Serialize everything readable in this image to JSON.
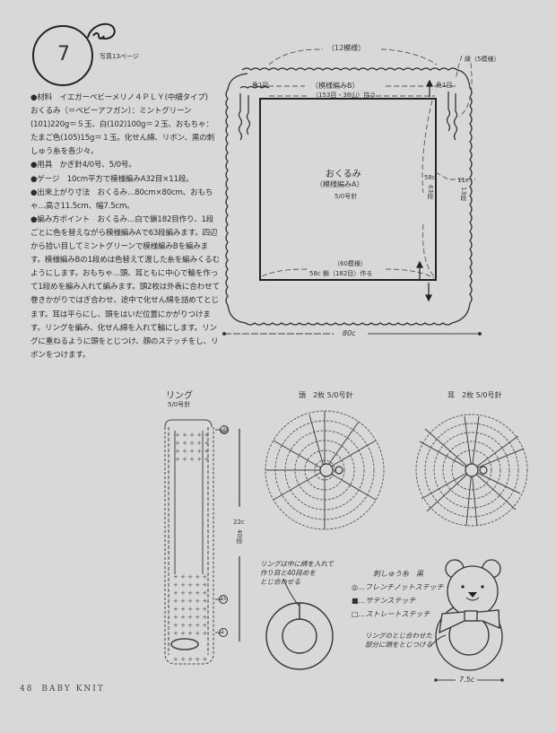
{
  "header": {
    "pattern_number": "7",
    "photo_reference": "写真13ページ"
  },
  "instructions": {
    "materials": "●材料　イエガーベビーメリノ４ＰＬＹ(中細タイプ)　おくるみ（＝ベビーアフガン）：ミントグリーン(101)220g＝５玉、白(102)100g＝２玉、おもちゃ：たまご色(105)15g＝１玉。化せん綿、リボン、黒の刺しゅう糸を各少々。",
    "tools": "●用具　かぎ針4/0号、5/0号。",
    "gauge": "●ゲージ　10cm平方で模様編みA32目×11段。",
    "finished_size": "●出来上がり寸法　おくるみ…80cm×80cm、おもちゃ…高さ11.5cm、幅7.5cm。",
    "knitting_points": "●編み方ポイント　おくるみ…白で鎖182目作り、1段ごとに色を替えながら模様編みAで63段編みます。四辺から拾い目してミントグリーンで模様編みBを編みます。模様編みBの1段めは色替えて渡した糸を編みくるむようにします。おもちゃ…頭、耳ともに中心で輪を作って1段めを編み入れて編みます。頭2枚は外表に合わせて巻きかがりではぎ合わせ、途中で化せん綿を詰めてとじます。耳は平らにし、頭をはいだ位置にかがりつけます。リングを編み、化せん綿を入れて輪にします。リングに重ねるように頭をとじつけ、顔のステッチをし、リボンをつけます。"
  },
  "blanket_diagram": {
    "top_pattern_count": "（12模様）",
    "border_label": "（模様編みB）",
    "corner_left": "角1目",
    "corner_right": "角1目",
    "top_pickup": "（153目・38山）拾う",
    "edge_label": "縁（5模様）",
    "title": "おくるみ",
    "pattern": "（模様編みA）",
    "needle": "5/0号針",
    "height_cm": "58c",
    "height_rows": "63段",
    "border_cm": "11c",
    "border_rows": "13段",
    "bottom_pattern_count": "（60模様）",
    "bottom_chain": "58c 鎖（182目）作る",
    "total_width": "80c"
  },
  "ring_diagram": {
    "title": "リング",
    "needle": "5/0号針",
    "row_marker_top": "40",
    "row_marker_mid": "15",
    "row_marker_bottom": "1",
    "length_cm": "22c",
    "length_rows": "40段"
  },
  "head_diagram": {
    "title": "頭　2枚 5/0号針"
  },
  "ear_diagram": {
    "title": "耳　2枚 5/0号針"
  },
  "ring_note": {
    "text_lines": [
      "リングは中に綿を入れて",
      "作り目と40段めを",
      "とじ合わせる"
    ]
  },
  "embroidery_legend": {
    "title": "刺しゅう糸　黒",
    "items": [
      "◎…フレンチノットステッチ",
      "■…サテンステッチ",
      "□…ストレートステッチ"
    ]
  },
  "toy_diagram": {
    "note_lines": [
      "リングのとじ合わせた",
      "部分に頭をとじつける"
    ],
    "width": "7.5c"
  },
  "footer": {
    "page": "48",
    "magazine": "BABY KNIT"
  }
}
